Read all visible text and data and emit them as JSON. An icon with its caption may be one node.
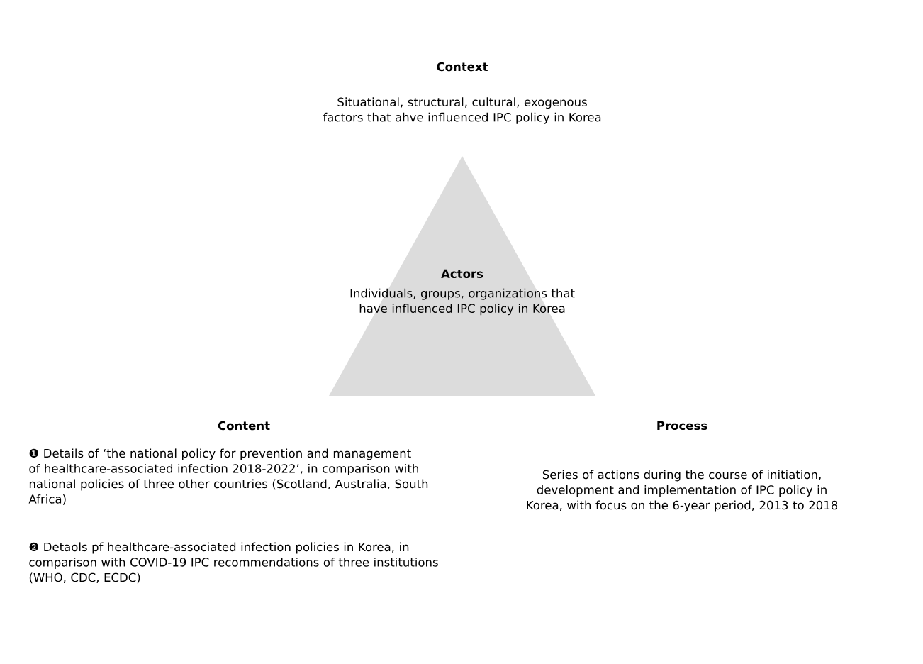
{
  "diagram": {
    "nodes": [
      {
        "text": [
          "Actors",
          "Individuals, groups, organizations that have influenced IPC policy in Korea"
        ]
      }
    ],
    "labels": [
      "Context",
      "Situational, structural, cultural, exogenous factors that ahve influenced IPC policy in Korea",
      "Content",
      "❶ Details of ‘the national policy for prevention and management of healthcare-associated infection 2018-2022’, in comparison with national policies of three other countries (Scotland, Australia, South Africa)",
      "❷ Detaols pf healthcare-associated infection policies in Korea, in comparison with COVID-19 IPC recommendations of three institutions (WHO, CDC, ECDC)",
      "Process",
      "Series of actions during the course of initiation, development and implementation of IPC policy in Korea, with focus on the 6-year period, 2013 to 2018"
    ]
  }
}
